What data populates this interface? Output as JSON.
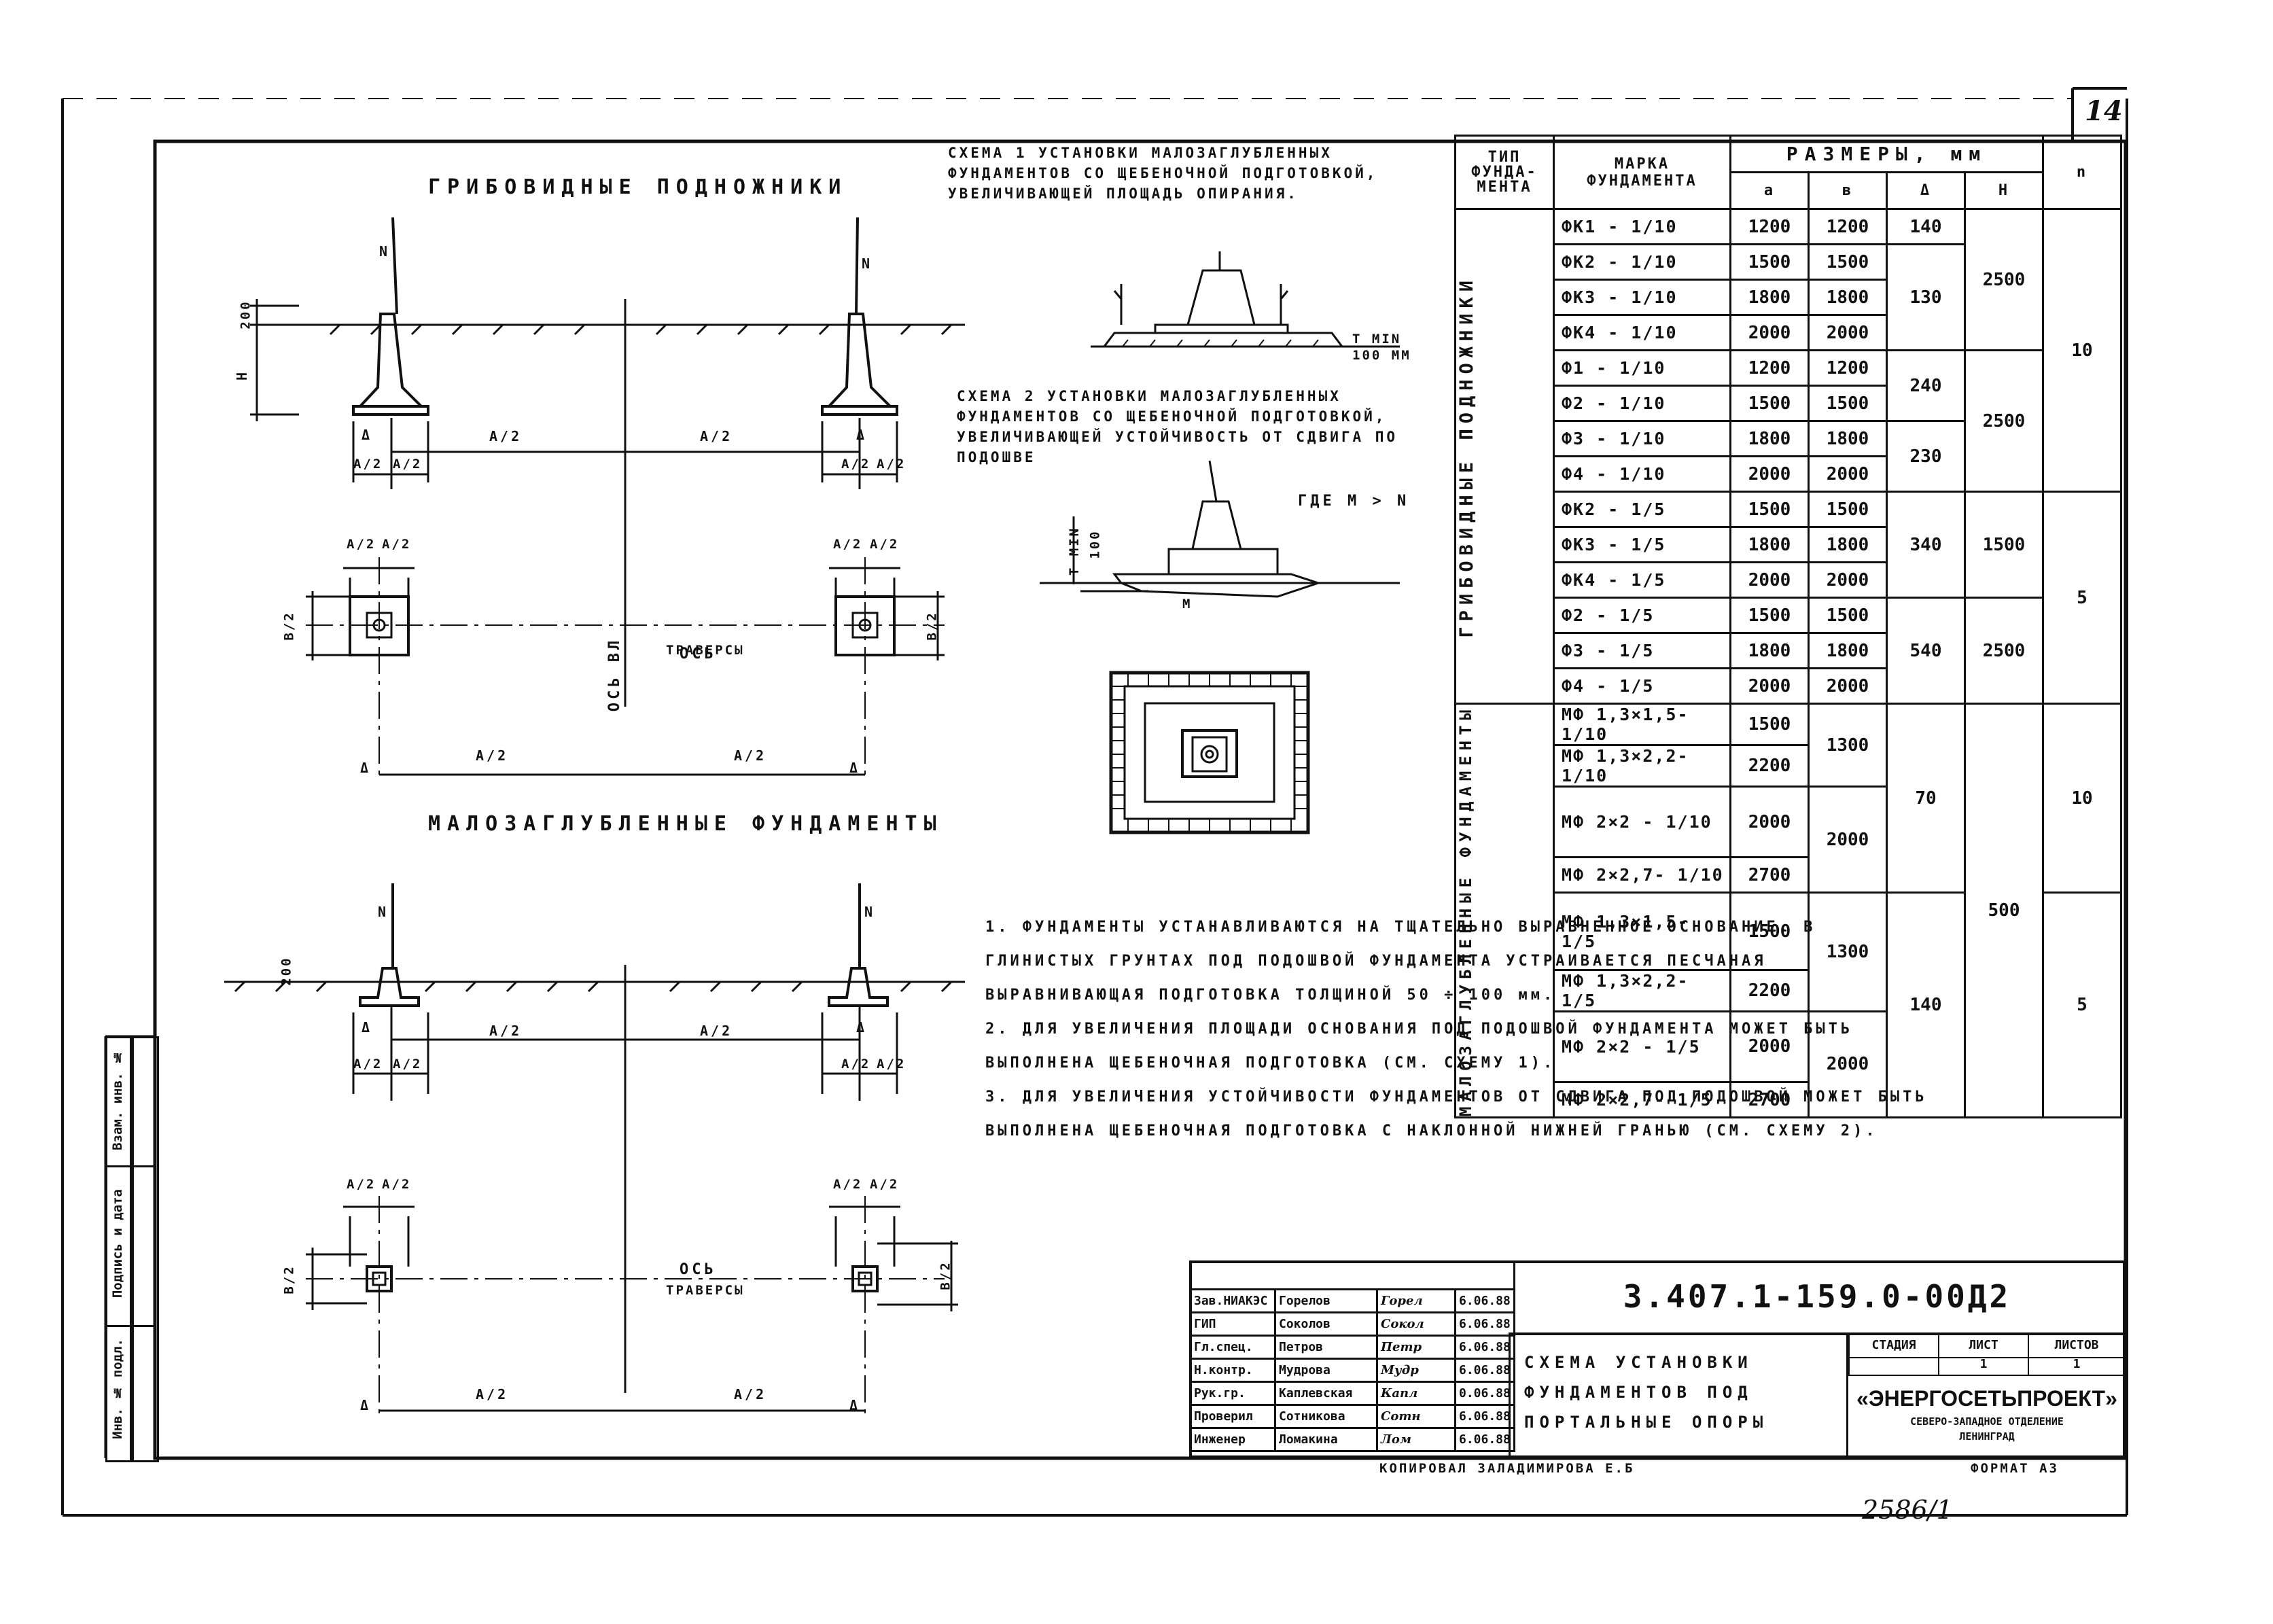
{
  "sheet": {
    "sheet_number": "14",
    "archive_number": "2586/1",
    "format": "ФОРМАТ А3",
    "copied": "КОПИРОВАЛ ЗАЛАДИМИРОВА Е.Б"
  },
  "left": {
    "title_mushroom": "ГРИБОВИДНЫЕ ПОДНОЖНИКИ",
    "title_shallow": "МАЛОЗАГЛУБЛЕННЫЕ ФУНДАМЕНТЫ",
    "dim_half_a": "А/2",
    "dim_a2": "а/2",
    "dim_b2": "b/2",
    "dim_delta": "Δ",
    "dim_h": "Н",
    "dim_200": "200",
    "load_n": "n",
    "axis_vl": "Ось ВЛ",
    "axis_traverse_1": "Ось",
    "axis_traverse_2": "траверсы"
  },
  "schemes": {
    "scheme1": "СХЕМА 1 УСТАНОВКИ МАЛОЗАГЛУБЛЕННЫХ ФУНДАМЕНТОВ СО ЩЕБЕНОЧНОЙ ПОДГОТОВКОЙ, УВЕЛИЧИВАЮЩЕЙ ПЛОЩАДЬ ОПИРАНИЯ.",
    "scheme1_dim_1": "t min",
    "scheme1_dim_2": "100 мм",
    "scheme2": "СХЕМА 2 УСТАНОВКИ МАЛОЗАГЛУБЛЕННЫХ ФУНДАМЕНТОВ СО ЩЕБЕНОЧНОЙ ПОДГОТОВКОЙ, УВЕЛИЧИВАЮЩЕЙ УСТОЙЧИВОСТЬ ОТ СДВИГА ПО ПОДОШВЕ",
    "scheme2_where": "где m > n",
    "scheme2_m": "m",
    "scheme2_tmin": "t min",
    "scheme2_100": "100"
  },
  "notes": [
    "1. ФУНДАМЕНТЫ УСТАНАВЛИВАЮТСЯ НА ТЩАТЕЛЬНО ВЫРАВНЕННОЕ ОСНОВАНИЕ, В ГЛИНИСТЫХ ГРУНТАХ ПОД ПОДОШВОЙ ФУНДАМЕНТА УСТРАИВАЕТСЯ ПЕСЧАНАЯ ВЫРАВНИВАЮЩАЯ ПОДГОТОВКА ТОЛЩИНОЙ 50 ÷ 100 мм.",
    "2. ДЛЯ УВЕЛИЧЕНИЯ ПЛОЩАДИ ОСНОВАНИЯ ПОД ПОДОШВОЙ ФУНДАМЕНТА МОЖЕТ БЫТЬ ВЫПОЛНЕНА ЩЕБЕНОЧНАЯ ПОДГОТОВКА (СМ. СХЕМУ 1).",
    "3. ДЛЯ УВЕЛИЧЕНИЯ УСТОЙЧИВОСТИ ФУНДАМЕНТОВ ОТ СДВИГА ПОД ПОДОШВОЙ МОЖЕТ БЫТЬ ВЫПОЛНЕНА ЩЕБЕНОЧНАЯ ПОДГОТОВКА С НАКЛОННОЙ НИЖНЕЙ ГРАНЬЮ (СМ. СХЕМУ 2)."
  ],
  "table": {
    "h_type": "ТИП ФУНДА-МЕНТА",
    "h_mark": "МАРКА ФУНДАМЕНТА",
    "h_sizes": "РАЗМЕРЫ, мм",
    "h_a": "а",
    "h_b": "в",
    "h_d": "Δ",
    "h_H": "Н",
    "h_n": "n",
    "group1": "ГРИБОВИДНЫЕ ПОДНОЖНИКИ",
    "group2": "МАЛОЗАГЛУБЛЕННЫЕ ФУНДАМЕНТЫ",
    "marks": [
      "ФК1 - 1/10",
      "ФК2 - 1/10",
      "ФК3 - 1/10",
      "ФК4 - 1/10",
      "Ф1 - 1/10",
      "Ф2 - 1/10",
      "Ф3 - 1/10",
      "Ф4 - 1/10",
      "ФК2 - 1/5",
      "ФК3 - 1/5",
      "ФК4 - 1/5",
      "Ф2 - 1/5",
      "Ф3 - 1/5",
      "Ф4 - 1/5",
      "МФ 1,3×1,5-1/10",
      "МФ 1,3×2,2-1/10",
      "МФ 2×2 - 1/10",
      "МФ 2×2,7- 1/10",
      "МФ 1,3×1,5- 1/5",
      "МФ 1,3×2,2- 1/5",
      "МФ 2×2 - 1/5",
      "МФ 2×2,7- 1/5"
    ],
    "a": [
      "1200",
      "1500",
      "1800",
      "2000",
      "1200",
      "1500",
      "1800",
      "2000",
      "1500",
      "1800",
      "2000",
      "1500",
      "1800",
      "2000",
      "1500",
      "2200",
      "2000",
      "2700",
      "1500",
      "2200",
      "2000",
      "2700"
    ],
    "b": [
      "1200",
      "1500",
      "1800",
      "2000",
      "1200",
      "1500",
      "1800",
      "2000",
      "1500",
      "1800",
      "2000",
      "1500",
      "1800",
      "2000",
      "1300",
      "2000",
      "1300",
      "2000"
    ],
    "d": [
      "140",
      "130",
      "240",
      "230",
      "340",
      "540",
      "70",
      "140"
    ],
    "H": [
      "2500",
      "2500",
      "1500",
      "2500",
      "500"
    ],
    "n": [
      "10",
      "5",
      "10",
      "5"
    ]
  },
  "stamp": {
    "code": "3.407.1-159.0-00Д2",
    "title": "СХЕМА УСТАНОВКИ ФУНДАМЕНТОВ ПОД ПОРТАЛЬНЫЕ ОПОРЫ",
    "stage_h": "СТАДИЯ",
    "sheet_h": "ЛИСТ",
    "sheets_h": "ЛИСТОВ",
    "sheet_v": "1",
    "sheets_v": "1",
    "org": "«ЭНЕРГОСЕТЬПРОЕКТ»",
    "org_sub1": "СЕВЕРО-ЗАПАДНОЕ ОТДЕЛЕНИЕ",
    "org_sub2": "ЛЕНИНГРАД",
    "rows": [
      {
        "role": "Зав.НИАКЭС",
        "name": "Горелов",
        "sign": "Горел",
        "date": "6.06.88"
      },
      {
        "role": "ГИП",
        "name": "Соколов",
        "sign": "Сокол",
        "date": "6.06.88"
      },
      {
        "role": "Гл.спец.",
        "name": "Петров",
        "sign": "Петр",
        "date": "6.06.88"
      },
      {
        "role": "Н.контр.",
        "name": "Мудрова",
        "sign": "Мудр",
        "date": "6.06.88"
      },
      {
        "role": "Рук.гр.",
        "name": "Каплевская",
        "sign": "Капл",
        "date": "0.06.88"
      },
      {
        "role": "Проверил",
        "name": "Сотникова",
        "sign": "Сотн",
        "date": "6.06.88"
      },
      {
        "role": "Инженер",
        "name": "Ломакина",
        "sign": "Лом",
        "date": "6.06.88"
      }
    ]
  },
  "side": {
    "inv_podl": "Инв. № подл.",
    "sign_date": "Подпись и дата",
    "vzam_inv": "Взам. инв. №"
  }
}
